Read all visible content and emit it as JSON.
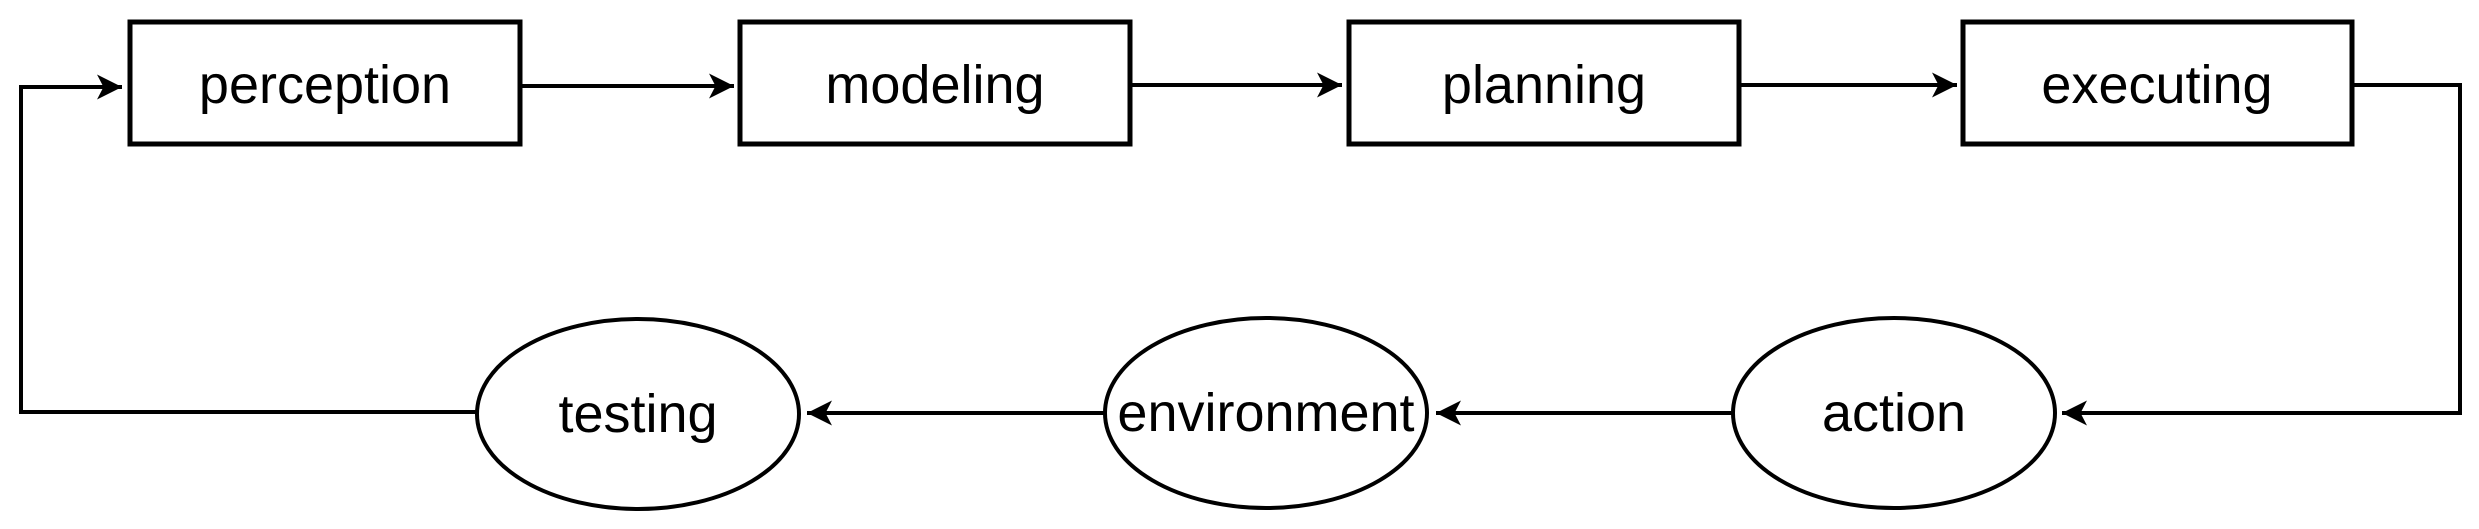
{
  "diagram": {
    "kind": "flowchart-loop",
    "colors": {
      "background": "#ffffff",
      "stroke": "#000000",
      "text": "#000000"
    },
    "nodes": {
      "perception": {
        "label": "perception",
        "shape": "rectangle"
      },
      "modeling": {
        "label": "modeling",
        "shape": "rectangle"
      },
      "planning": {
        "label": "planning",
        "shape": "rectangle"
      },
      "executing": {
        "label": "executing",
        "shape": "rectangle"
      },
      "testing": {
        "label": "testing",
        "shape": "ellipse"
      },
      "environment": {
        "label": "environment",
        "shape": "ellipse"
      },
      "action": {
        "label": "action",
        "shape": "ellipse"
      }
    },
    "edges": [
      {
        "from": "perception",
        "to": "modeling"
      },
      {
        "from": "modeling",
        "to": "planning"
      },
      {
        "from": "planning",
        "to": "executing"
      },
      {
        "from": "executing",
        "to": "action"
      },
      {
        "from": "action",
        "to": "environment"
      },
      {
        "from": "environment",
        "to": "testing"
      },
      {
        "from": "testing",
        "to": "perception"
      }
    ]
  }
}
